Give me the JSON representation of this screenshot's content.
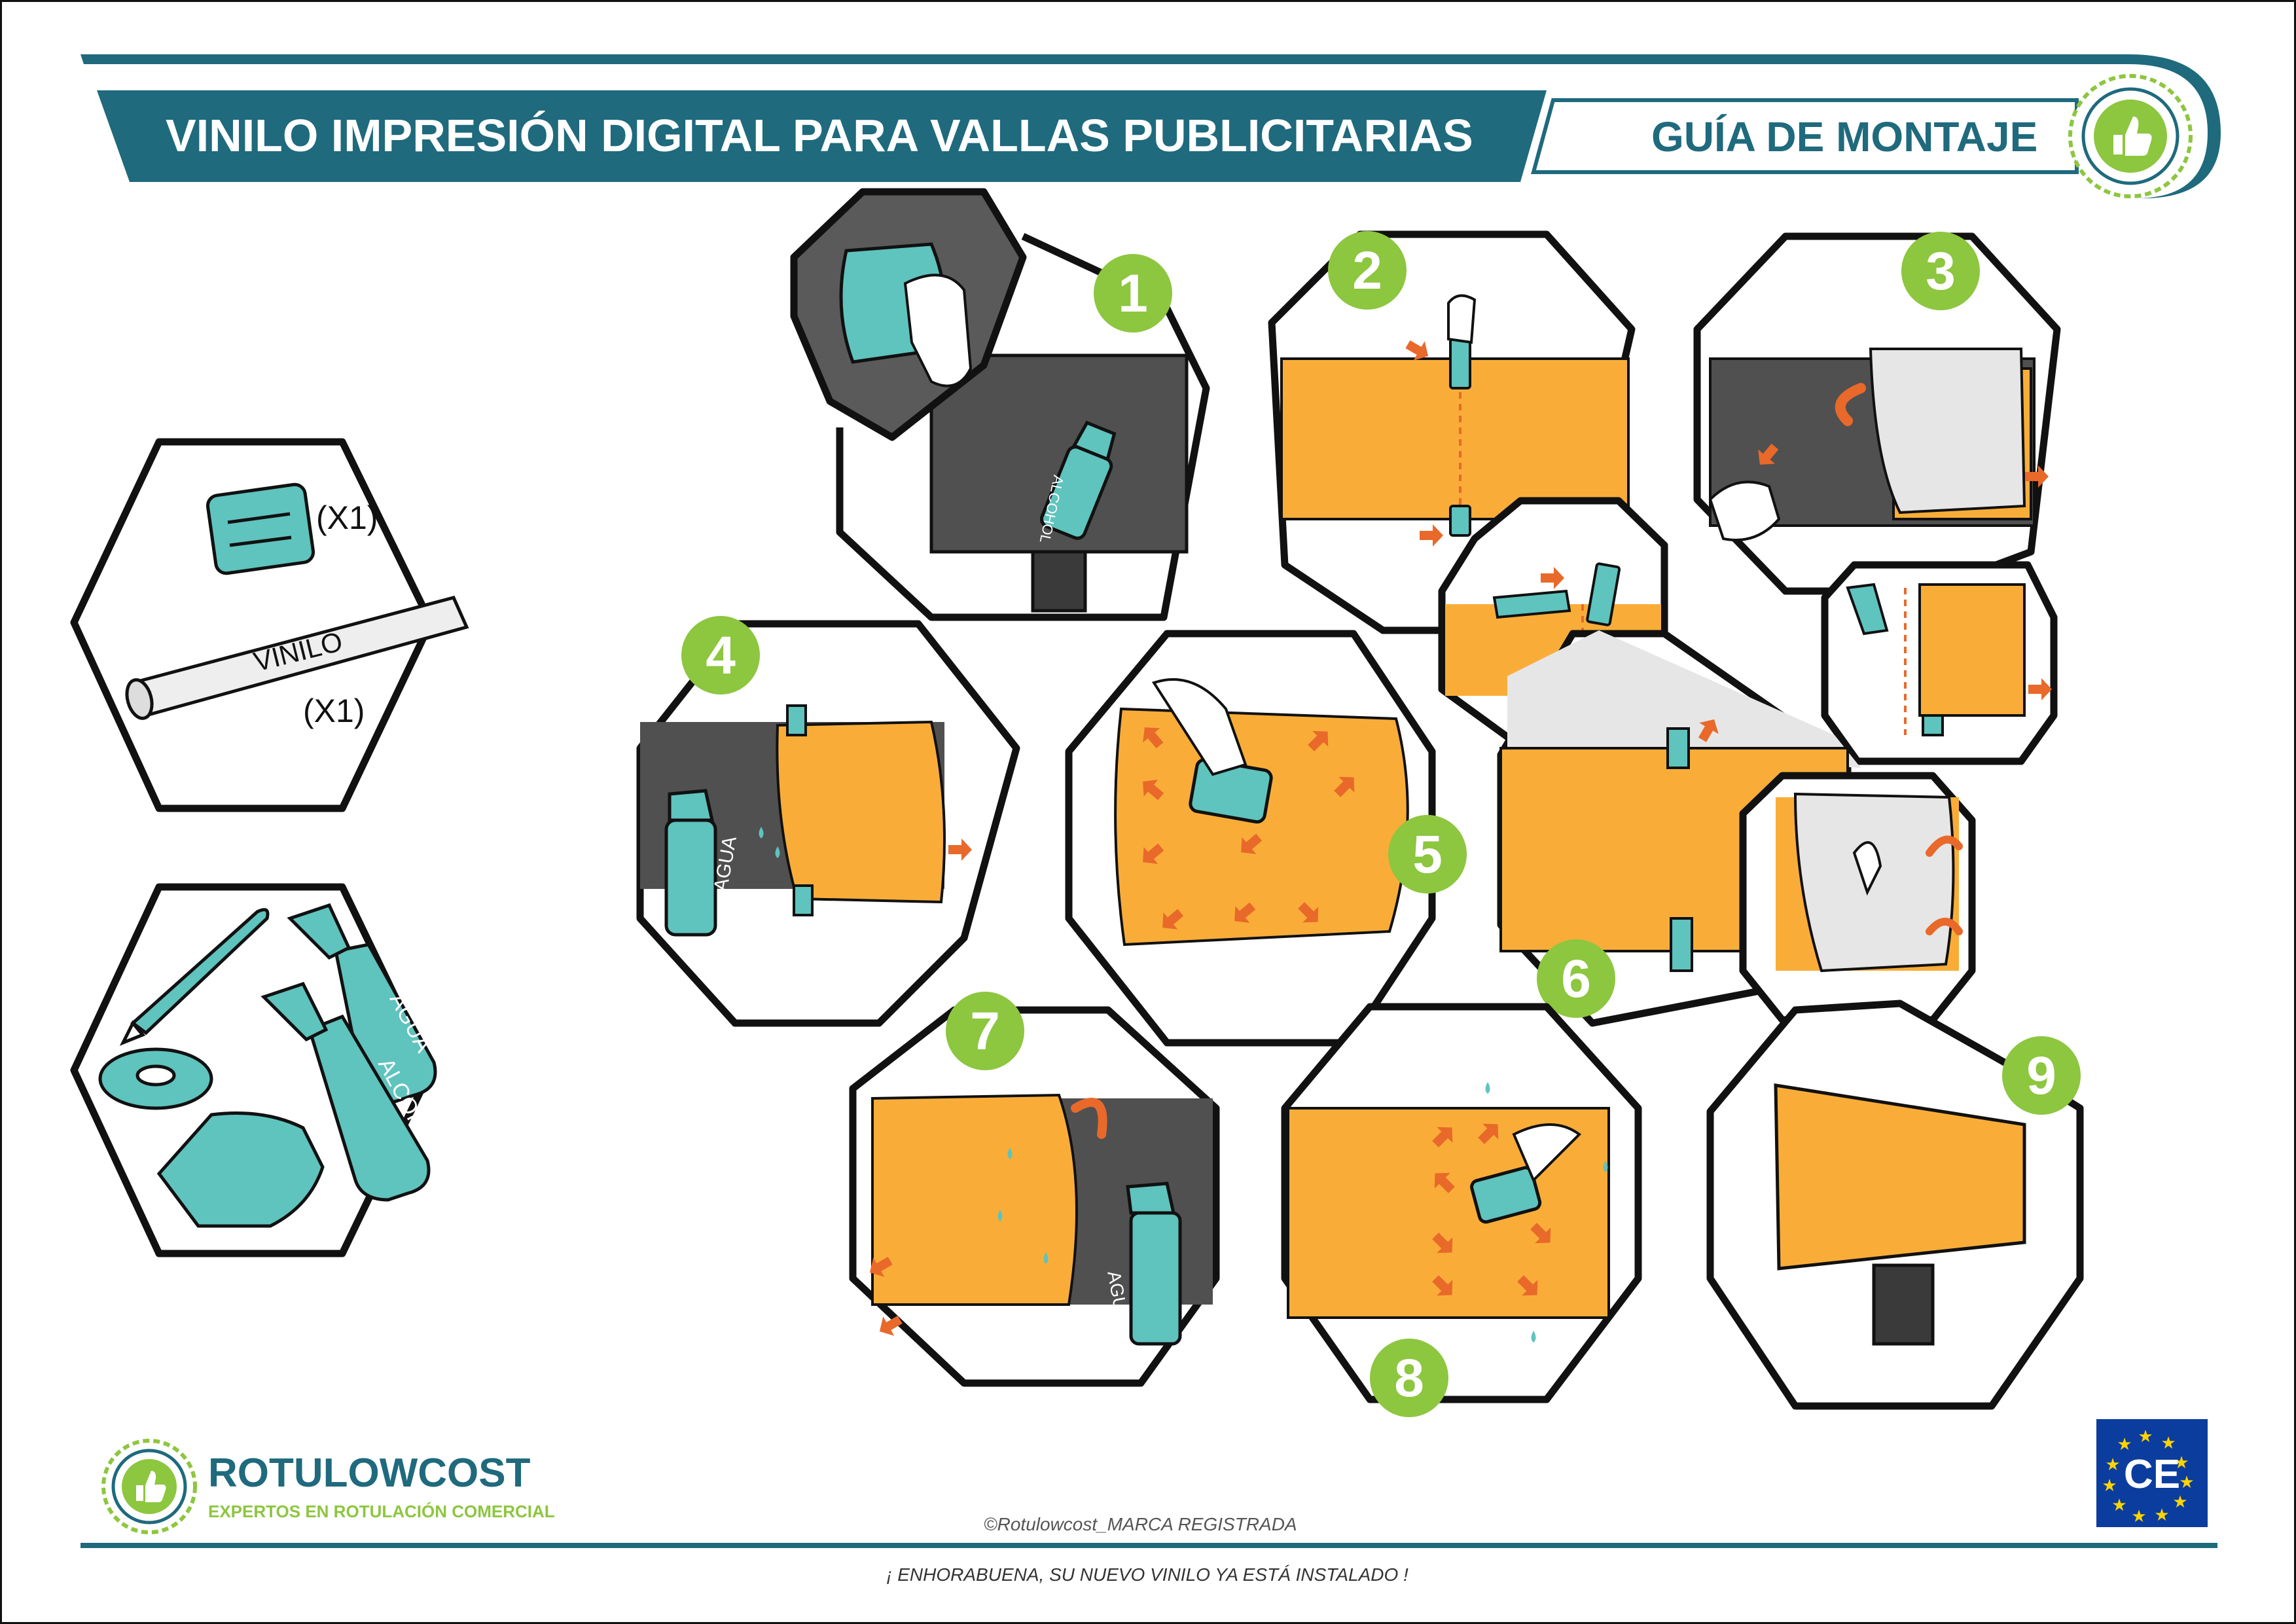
{
  "header": {
    "title": "VINILO IMPRESIÓN DIGITAL PARA VALLAS PUBLICITARIAS",
    "subtitle": "GUÍA DE MONTAJE"
  },
  "kit": {
    "squeegee_qty": "(X1)",
    "vinyl_label": "VINILO",
    "vinyl_qty": "(X1)",
    "bottle_water": "AGUA",
    "bottle_alcohol": "ALCOHOL"
  },
  "steps": {
    "s1": "1",
    "s2": "2",
    "s3": "3",
    "s4": "4",
    "s5": "5",
    "s6": "6",
    "s7": "7",
    "s8": "8",
    "s9": "9",
    "step1_bottle": "ALCOHOL",
    "step4_bottle": "AGUA",
    "step7_bottle": "AGUA"
  },
  "footer": {
    "brand": "ROTULOWCOST",
    "tagline": "EXPERTOS EN ROTULACIÓN COMERCIAL",
    "copyright": "©Rotulowcost_MARCA REGISTRADA",
    "congrats": "¡ ENHORABUENA, SU NUEVO VINILO YA ESTÁ INSTALADO !",
    "ce_mark": "CE"
  },
  "colors": {
    "teal_dark": "#1f6a7d",
    "teal": "#5fc3be",
    "green": "#8dc63f",
    "orange": "#f9ad38",
    "arrow": "#e8692a",
    "grey": "#505050",
    "eu_blue": "#0b3d9e",
    "eu_star": "#ffd400"
  }
}
